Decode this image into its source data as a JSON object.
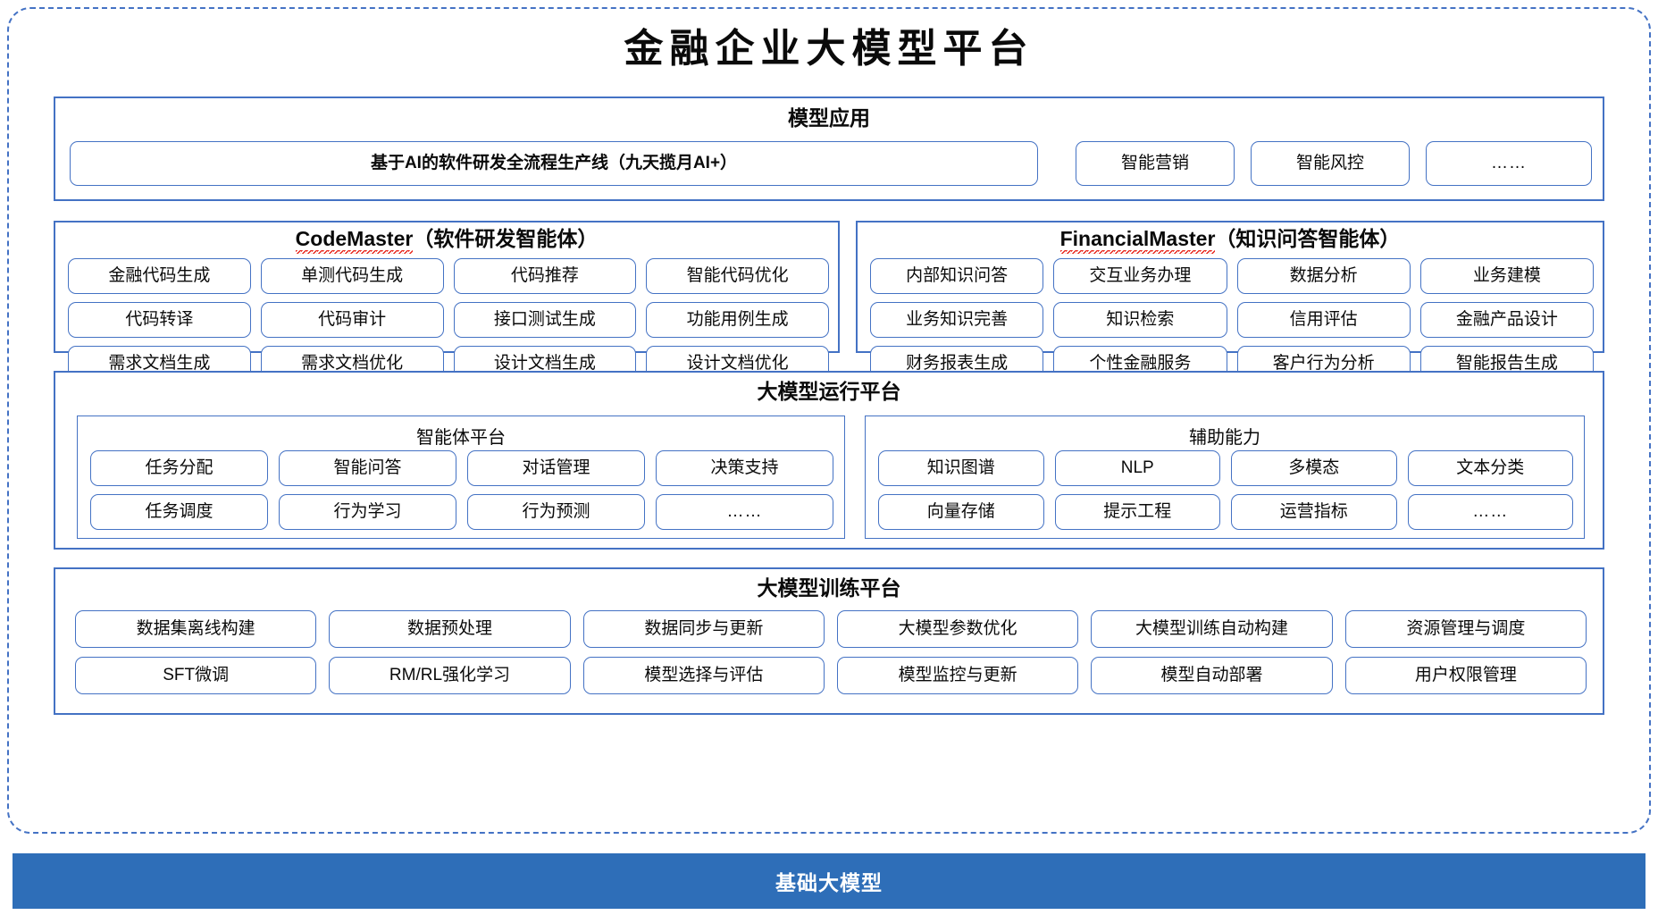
{
  "title": "金融企业大模型平台",
  "colors": {
    "border_blue": "#4472C4",
    "footer_blue": "#2E6EB8",
    "spellcheck_red": "#E8271D",
    "text": "#0A0A0A"
  },
  "sections": {
    "apps": {
      "title": "模型应用",
      "items": [
        "基于AI的软件研发全流程生产线（九天揽月AI+）",
        "智能营销",
        "智能风控",
        "……"
      ]
    },
    "code_master": {
      "name": "CodeMaster",
      "subtitle": "（软件研发智能体）",
      "items": [
        "金融代码生成",
        "单测代码生成",
        "代码推荐",
        "智能代码优化",
        "代码转译",
        "代码审计",
        "接口测试生成",
        "功能用例生成",
        "需求文档生成",
        "需求文档优化",
        "设计文档生成",
        "设计文档优化"
      ]
    },
    "financial_master": {
      "name": "FinancialMaster",
      "subtitle": "（知识问答智能体）",
      "items": [
        "内部知识问答",
        "交互业务办理",
        "数据分析",
        "业务建模",
        "业务知识完善",
        "知识检索",
        "信用评估",
        "金融产品设计",
        "财务报表生成",
        "个性金融服务",
        "客户行为分析",
        "智能报告生成"
      ]
    },
    "runtime": {
      "title": "大模型运行平台",
      "agent_platform": {
        "title": "智能体平台",
        "items": [
          "任务分配",
          "智能问答",
          "对话管理",
          "决策支持",
          "任务调度",
          "行为学习",
          "行为预测",
          "……"
        ]
      },
      "assist": {
        "title": "辅助能力",
        "items": [
          "知识图谱",
          "NLP",
          "多模态",
          "文本分类",
          "向量存储",
          "提示工程",
          "运营指标",
          "……"
        ]
      }
    },
    "training": {
      "title": "大模型训练平台",
      "items": [
        "数据集离线构建",
        "数据预处理",
        "数据同步与更新",
        "大模型参数优化",
        "大模型训练自动构建",
        "资源管理与调度",
        "SFT微调",
        "RM/RL强化学习",
        "模型选择与评估",
        "模型监控与更新",
        "模型自动部署",
        "用户权限管理"
      ]
    },
    "footer": {
      "label": "基础大模型"
    }
  }
}
